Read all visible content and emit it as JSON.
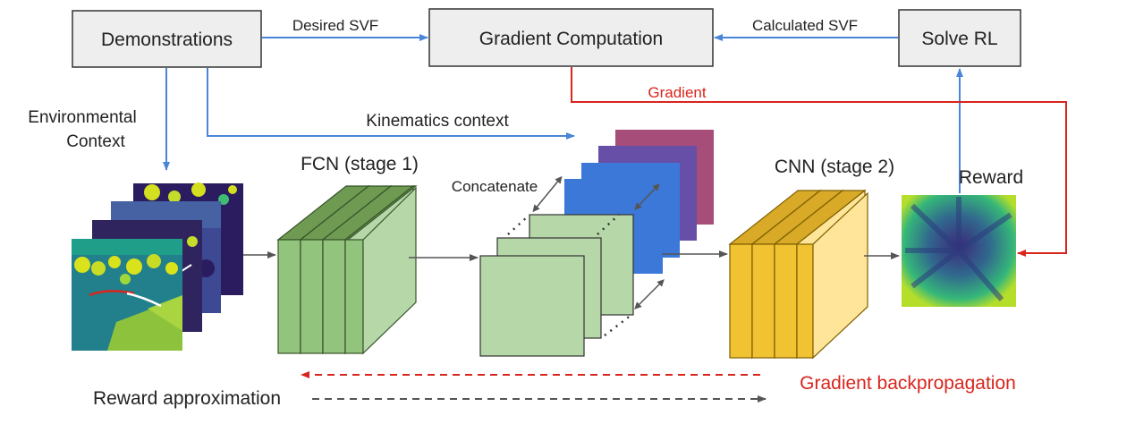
{
  "boxes": {
    "demonstrations": "Demonstrations",
    "gradient_computation": "Gradient Computation",
    "solve_rl": "Solve RL"
  },
  "arrow_labels": {
    "desired_svf": "Desired SVF",
    "calculated_svf": "Calculated SVF",
    "gradient": "Gradient",
    "kinematics_context": "Kinematics context",
    "environmental_context_line1": "Environmental",
    "environmental_context_line2": "Context"
  },
  "blocks": {
    "fcn": "FCN (stage 1)",
    "concatenate": "Concatenate",
    "cnn": "CNN (stage 2)",
    "reward": "Reward"
  },
  "legend": {
    "gradient_backprop": "Gradient backpropagation",
    "reward_approx": "Reward approximation"
  },
  "colors": {
    "blue_arrow": "#4a86d8",
    "red_arrow": "#d9251d",
    "gray_arrow": "#555555",
    "box_fill": "#eeeeee",
    "fcn_green": "#93c47d",
    "cnn_yellow": "#ffd966",
    "concat_green": "#b6d7a8"
  }
}
